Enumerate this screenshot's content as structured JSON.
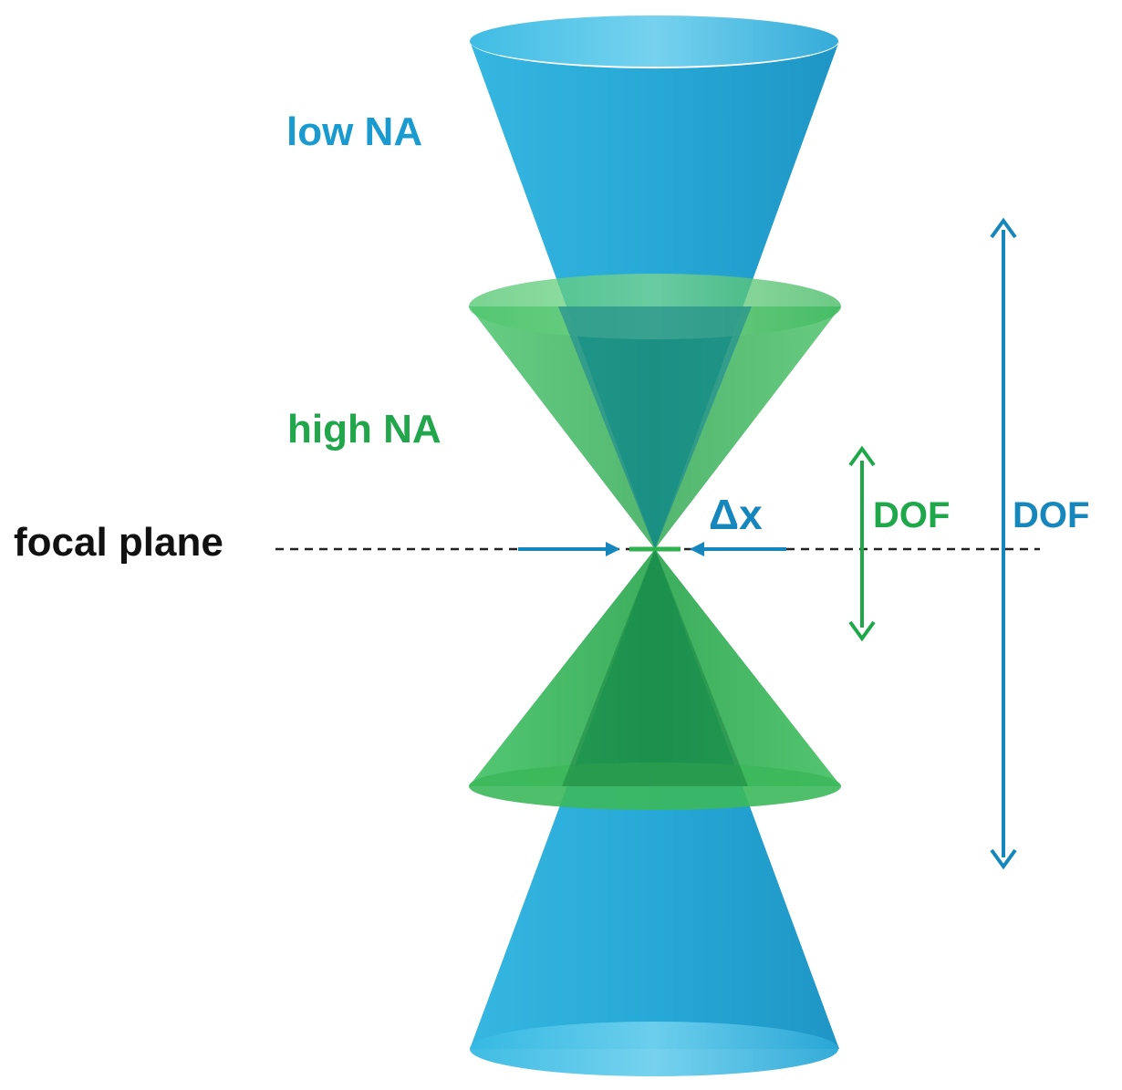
{
  "labels": {
    "low_na": "low NA",
    "high_na": "high NA",
    "focal_plane": "focal plane",
    "delta_x": "Δx",
    "dof_high": "DOF",
    "dof_low": "DOF"
  },
  "colors": {
    "low_na_cone": "#1aa7d6",
    "low_na_text": "#1a9bcf",
    "high_na_cone": "#2eb14f",
    "high_na_text": "#22a64c",
    "focal_line": "#222222",
    "dof_low_arrow": "#1687bd",
    "dof_high_arrow": "#1fa84a"
  },
  "icons": {
    "delta_x_arrows": "inward-arrows-icon",
    "dof_arrows": "double-headed-vertical-arrow-icon"
  }
}
